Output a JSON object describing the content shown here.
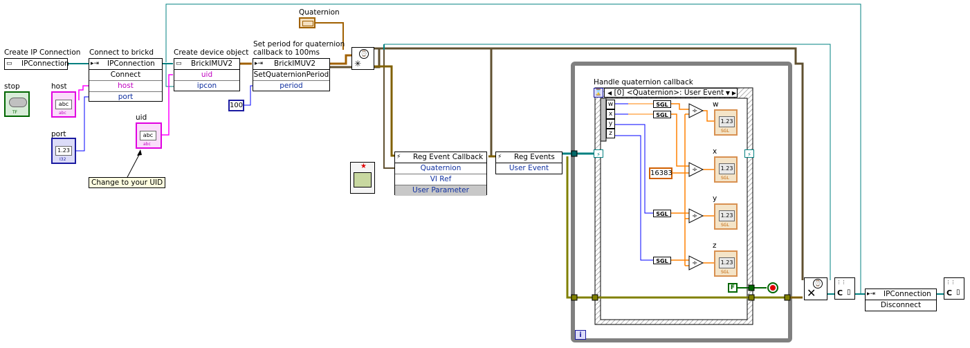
{
  "labels": {
    "create_ip": "Create IP Connection",
    "connect_brickd": "Connect to brickd",
    "create_device": "Create device object",
    "set_period_line1": "Set period for quaternion",
    "set_period_line2": "callback to 100ms",
    "quaternion_ctrl": "Quaternion",
    "stop": "stop",
    "host": "host",
    "port": "port",
    "uid": "uid",
    "handle_callback": "Handle quaternion callback",
    "tooltip_uid": "Change to your UID"
  },
  "nodes": {
    "ipconn_create": {
      "title": "IPConnection"
    },
    "ipconn_connect": {
      "title": "IPConnection",
      "rows": [
        "Connect",
        "host",
        "port"
      ]
    },
    "imu_create": {
      "title": "BrickIMUV2",
      "rows": [
        "uid",
        "ipcon"
      ]
    },
    "imu_setperiod": {
      "title": "BrickIMUV2",
      "rows": [
        "SetQuaternionPeriod",
        "period"
      ]
    },
    "reg_event_callback": {
      "title": "Reg Event Callback",
      "rows": [
        "Quaternion",
        "VI Ref",
        "User Parameter"
      ]
    },
    "reg_events": {
      "title": "Reg Events",
      "rows": [
        "User Event"
      ]
    },
    "ipconn_disconnect": {
      "title": "IPConnection",
      "rows": [
        "Disconnect"
      ]
    }
  },
  "constants": {
    "period": "100",
    "divisor": "16383",
    "stop_false": "F"
  },
  "event_structure": {
    "case_label": "[0] <Quaternion>: User Event",
    "outputs": [
      "w",
      "x",
      "y",
      "z"
    ]
  },
  "indicators": {
    "w": "w",
    "x": "x",
    "y": "y",
    "z": "z",
    "display_value": "1.23",
    "display_type": "SGL"
  },
  "misc": {
    "sgl": "SGL",
    "abc": "abc",
    "num": "1.23",
    "tf": "TF",
    "i32": "I32",
    "loop_index": "i",
    "close_c": "C"
  },
  "colors": {
    "wire_string": "#ff00ff",
    "wire_numeric": "#0000ff",
    "wire_refnum": "#008080",
    "wire_cluster": "#a06000",
    "wire_float": "#ff8000",
    "wire_bool": "#006600",
    "loop_border": "#808080",
    "indicator_fill": "#f4e4c8"
  }
}
